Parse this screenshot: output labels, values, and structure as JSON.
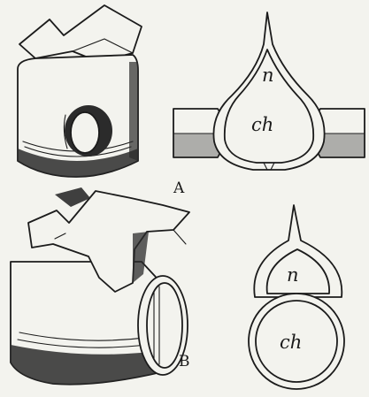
{
  "figure": {
    "panel_a": {
      "caption": "A",
      "label_n": "n",
      "label_ch": "ch"
    },
    "panel_b": {
      "caption": "B",
      "label_n": "n",
      "label_ch": "ch"
    }
  },
  "colors": {
    "paper": "#f3f3ee",
    "ink": "#1b1b1b"
  }
}
